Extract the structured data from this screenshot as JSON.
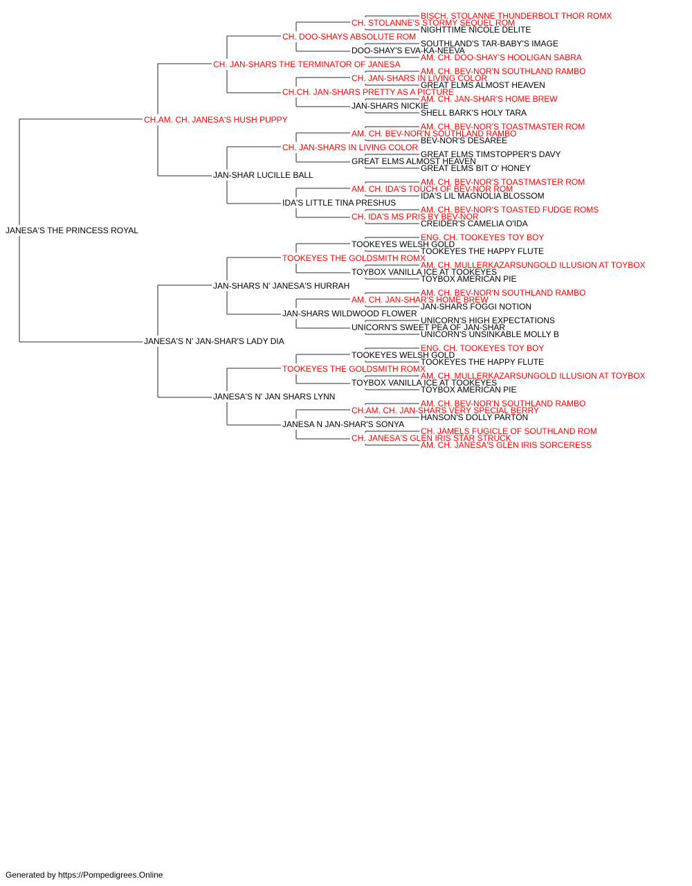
{
  "colors": {
    "titled": "#ff0000",
    "normal": "#000000",
    "line": "#555555"
  },
  "footer": "Generated by https://Pompedigrees.Online",
  "pedigree": {
    "name": "JANESA'S THE PRINCESS ROYAL",
    "titled": false,
    "sire": {
      "name": "CH.AM. CH. JANESA'S HUSH PUPPY",
      "titled": true,
      "sire": {
        "name": "CH. JAN-SHARS THE TERMINATOR OF JANESA",
        "titled": true,
        "sire": {
          "name": "CH. DOO-SHAYS ABSOLUTE ROM",
          "titled": true,
          "sire": {
            "name": "CH. STOLANNE'S STORMY SEQUEL ROM",
            "titled": true,
            "sire": {
              "name": "BISCH. STOLANNE THUNDERBOLT THOR ROMX",
              "titled": true
            },
            "dam": {
              "name": "NIGHTTIME NICOLE DELITE",
              "titled": false
            }
          },
          "dam": {
            "name": "DOO-SHAY'S EVA-KA-NEEVA",
            "titled": false,
            "sire": {
              "name": "SOUTHLAND'S TAR-BABY'S IMAGE",
              "titled": false
            },
            "dam": {
              "name": "AM. CH. DOO-SHAY'S HOOLIGAN SABRA",
              "titled": true
            }
          }
        },
        "dam": {
          "name": "CH.CH. JAN-SHARS PRETTY AS A PICTURE",
          "titled": true,
          "sire": {
            "name": "CH. JAN-SHARS IN LIVING COLOR",
            "titled": true,
            "sire": {
              "name": "AM. CH. BEV-NOR'N SOUTHLAND RAMBO",
              "titled": true
            },
            "dam": {
              "name": "GREAT ELMS ALMOST HEAVEN",
              "titled": false
            }
          },
          "dam": {
            "name": "JAN-SHARS NICKIE",
            "titled": false,
            "sire": {
              "name": "AM. CH. JAN-SHAR'S HOME BREW",
              "titled": true
            },
            "dam": {
              "name": "SHELL BARK'S HOLY TARA",
              "titled": false
            }
          }
        }
      },
      "dam": {
        "name": "JAN-SHAR LUCILLE BALL",
        "titled": false,
        "sire": {
          "name": "CH. JAN-SHARS IN LIVING COLOR",
          "titled": true,
          "sire": {
            "name": "AM. CH. BEV-NOR'N SOUTHLAND RAMBO",
            "titled": true,
            "sire": {
              "name": "AM. CH. BEV-NOR'S TOASTMASTER ROM",
              "titled": true
            },
            "dam": {
              "name": "BEV-NOR'S DESAREE",
              "titled": false
            }
          },
          "dam": {
            "name": "GREAT ELMS ALMOST HEAVEN",
            "titled": false,
            "sire": {
              "name": "GREAT ELMS TIMSTOPPER'S DAVY",
              "titled": false
            },
            "dam": {
              "name": "GREAT ELMS BIT O' HONEY",
              "titled": false
            }
          }
        },
        "dam": {
          "name": "IDA'S LITTLE TINA PRESHUS",
          "titled": false,
          "sire": {
            "name": "AM. CH. IDA'S TOUCH OF BEV-NOR ROM",
            "titled": true,
            "sire": {
              "name": "AM. CH. BEV-NOR'S TOASTMASTER ROM",
              "titled": true
            },
            "dam": {
              "name": "IDA'S LIL MAGNOLIA BLOSSOM",
              "titled": false
            }
          },
          "dam": {
            "name": "CH. IDA'S MS PRIS BY BEV-NOR",
            "titled": true,
            "sire": {
              "name": "AM. CH. BEV-NOR'S TOASTED FUDGE ROMS",
              "titled": true
            },
            "dam": {
              "name": "CREIDER'S CAMELIA O'IDA",
              "titled": false
            }
          }
        }
      }
    },
    "dam": {
      "name": "JANESA'S N' JAN-SHAR'S LADY DIA",
      "titled": false,
      "sire": {
        "name": "JAN-SHARS N' JANESA'S HURRAH",
        "titled": false,
        "sire": {
          "name": "TOOKEYES THE GOLDSMITH ROMX",
          "titled": true,
          "sire": {
            "name": "TOOKEYES WELSH GOLD",
            "titled": false,
            "sire": {
              "name": "ENG. CH. TOOKEYES TOY BOY",
              "titled": true
            },
            "dam": {
              "name": "TOOKEYES THE HAPPY FLUTE",
              "titled": false
            }
          },
          "dam": {
            "name": "TOYBOX VANILLA ICE AT TOOKEYES",
            "titled": false,
            "sire": {
              "name": "AM. CH. MULLERKAZARSUNGOLD ILLUSION AT TOYBOX",
              "titled": true
            },
            "dam": {
              "name": "TOYBOX AMERICAN PIE",
              "titled": false
            }
          }
        },
        "dam": {
          "name": "JAN-SHARS WILDWOOD FLOWER",
          "titled": false,
          "sire": {
            "name": "AM. CH. JAN-SHAR'S HOME BREW",
            "titled": true,
            "sire": {
              "name": "AM. CH. BEV-NOR'N SOUTHLAND RAMBO",
              "titled": true
            },
            "dam": {
              "name": "JAN-SHARS FOGGI NOTION",
              "titled": false
            }
          },
          "dam": {
            "name": "UNICORN'S SWEET PEA OF JAN-SHAR",
            "titled": false,
            "sire": {
              "name": "UNICORN'S HIGH EXPECTATIONS",
              "titled": false
            },
            "dam": {
              "name": "UNICORN'S UNSINKABLE MOLLY B",
              "titled": false
            }
          }
        }
      },
      "dam": {
        "name": "JANESA'S N' JAN SHARS LYNN",
        "titled": false,
        "sire": {
          "name": "TOOKEYES THE GOLDSMITH ROMX",
          "titled": true,
          "sire": {
            "name": "TOOKEYES WELSH GOLD",
            "titled": false,
            "sire": {
              "name": "ENG. CH. TOOKEYES TOY BOY",
              "titled": true
            },
            "dam": {
              "name": "TOOKEYES THE HAPPY FLUTE",
              "titled": false
            }
          },
          "dam": {
            "name": "TOYBOX VANILLA ICE AT TOOKEYES",
            "titled": false,
            "sire": {
              "name": "AM. CH. MULLERKAZARSUNGOLD ILLUSION AT TOYBOX",
              "titled": true
            },
            "dam": {
              "name": "TOYBOX AMERICAN PIE",
              "titled": false
            }
          }
        },
        "dam": {
          "name": "JANESA N JAN-SHAR'S SONYA",
          "titled": false,
          "sire": {
            "name": "CH.AM. CH. JAN-SHARS VERY SPECIAL BERRY",
            "titled": true,
            "sire": {
              "name": "AM. CH. BEV-NOR'N SOUTHLAND RAMBO",
              "titled": true
            },
            "dam": {
              "name": "HANSON'S DOLLY PARTON",
              "titled": false
            }
          },
          "dam": {
            "name": "CH. JANESA'S GLEN IRIS STAR STRUCK",
            "titled": true,
            "sire": {
              "name": "CH. JAMELS FUGICLE OF SOUTHLAND ROM",
              "titled": true
            },
            "dam": {
              "name": "AM. CH. JANESA'S GLEN IRIS SORCERESS",
              "titled": true
            }
          }
        }
      }
    }
  }
}
